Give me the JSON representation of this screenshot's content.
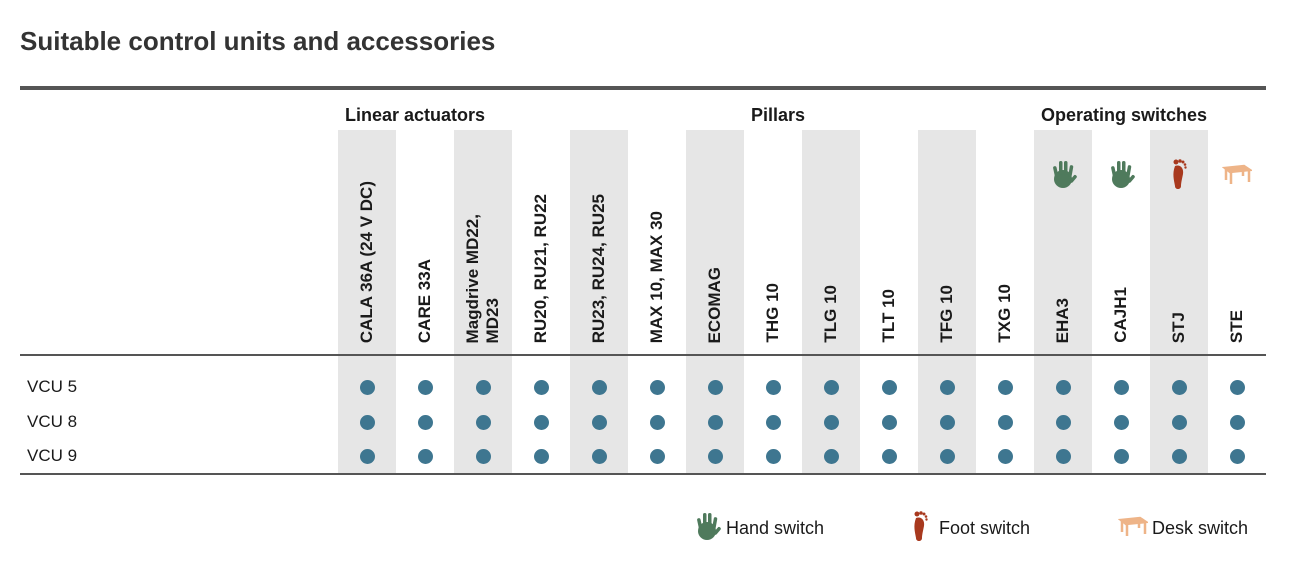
{
  "title": "Suitable control units and accessories",
  "groups": [
    {
      "label": "Linear actuators"
    },
    {
      "label": "Pillars"
    },
    {
      "label": "Operating switches"
    }
  ],
  "columns": [
    {
      "label": "CALA 36A (24 V DC)"
    },
    {
      "label": "CARE 33A"
    },
    {
      "label": "Magdrive MD22,\nMD23"
    },
    {
      "label": "RU20, RU21, RU22"
    },
    {
      "label": "RU23, RU24, RU25"
    },
    {
      "label": "MAX 10, MAX 30"
    },
    {
      "label": "ECOMAG"
    },
    {
      "label": "THG 10"
    },
    {
      "label": "TLG 10"
    },
    {
      "label": "TLT 10"
    },
    {
      "label": "TFG 10"
    },
    {
      "label": "TXG 10"
    },
    {
      "label": "EHA3",
      "icon": "hand-icon"
    },
    {
      "label": "CAJH1",
      "icon": "hand-icon"
    },
    {
      "label": "STJ",
      "icon": "foot-icon"
    },
    {
      "label": "STE",
      "icon": "desk-icon"
    }
  ],
  "rows": [
    {
      "label": "VCU 5",
      "compatible": [
        true,
        true,
        true,
        true,
        true,
        true,
        true,
        true,
        true,
        true,
        true,
        true,
        true,
        true,
        true,
        true
      ]
    },
    {
      "label": "VCU 8",
      "compatible": [
        true,
        true,
        true,
        true,
        true,
        true,
        true,
        true,
        true,
        true,
        true,
        true,
        true,
        true,
        true,
        true
      ]
    },
    {
      "label": "VCU 9",
      "compatible": [
        true,
        true,
        true,
        true,
        true,
        true,
        true,
        true,
        true,
        true,
        true,
        true,
        true,
        true,
        true,
        true
      ]
    }
  ],
  "legend": [
    {
      "icon": "hand-icon",
      "label": "Hand switch"
    },
    {
      "icon": "foot-icon",
      "label": "Foot switch"
    },
    {
      "icon": "desk-icon",
      "label": "Desk switch"
    }
  ],
  "colors": {
    "hand": "#4f7a5c",
    "foot": "#a8391e",
    "desk": "#eeb488",
    "dot": "#3e7690"
  }
}
